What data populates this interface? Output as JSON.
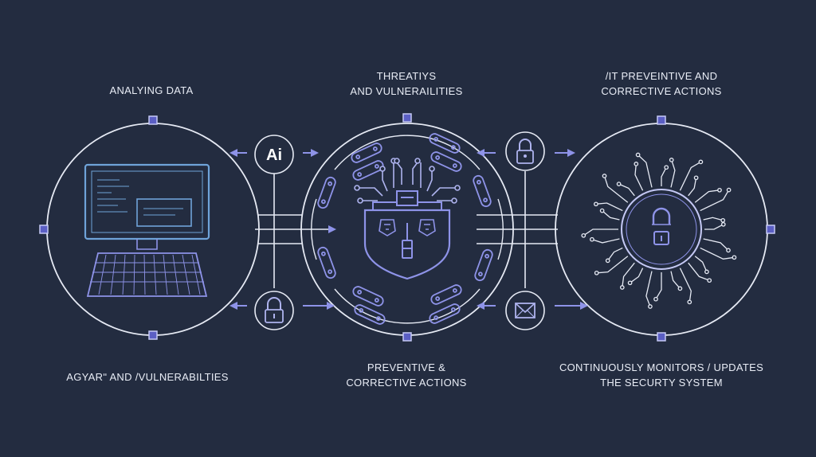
{
  "labels": {
    "top_left": "ANALYING DATA",
    "top_center_line1": "THREATIYS",
    "top_center_line2": "AND VULNERAILITIES",
    "top_right_line1": "/IT PREVEINTIVE AND",
    "top_right_line2": "CORRECTIVE ACTIONS",
    "bottom_left": "AGYARʺ AND /VULNERABILTIES",
    "bottom_center_line1": "PREVENTIVE &",
    "bottom_center_line2": "CORRECTIVE ACTIONS",
    "bottom_right_line1": "CONTINUOUSLY MONITORS / UPDATES",
    "bottom_right_line2": "THE SECURTY SYSTEM"
  },
  "nodes": {
    "ai_badge": "Ai"
  },
  "colors": {
    "background": "#232c40",
    "line": "#e6eaf4",
    "accent": "#8e93e8",
    "accent_dark": "#5b5fc4",
    "icon_stroke": "#aeb3ee",
    "panel_blue": "#6fa3d9",
    "text": "#e9edf6"
  },
  "icons": [
    "computer-icon",
    "ai-badge-icon",
    "padlock-icon",
    "shield-brain-icon",
    "chip-padlock-icon",
    "envelope-icon",
    "arrow-icon",
    "square-node-icon",
    "capsule-icon"
  ]
}
